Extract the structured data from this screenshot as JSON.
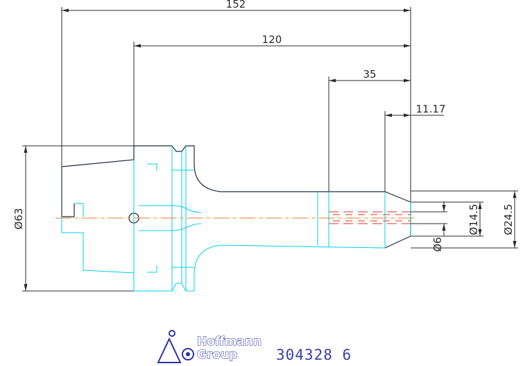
{
  "drawing": {
    "dimensions": {
      "overall_length": "152",
      "gauge_length": "120",
      "extension_length": "35",
      "bore_depth": "11.17",
      "flange_diameter": "Ø63",
      "tip_diameter": "Ø24.5",
      "bore_diameter": "Ø14.5",
      "pilot_diameter": "Ø6"
    },
    "logo": {
      "line1": "Hoffmann",
      "line2": "Group"
    },
    "part_number": "304328 6"
  },
  "colors": {
    "outline": "#1f2a44",
    "cyan": "#00cfe6",
    "centerline": "#d9302a",
    "dimension": "#2a2a2a",
    "brand": "#2b33a8"
  }
}
